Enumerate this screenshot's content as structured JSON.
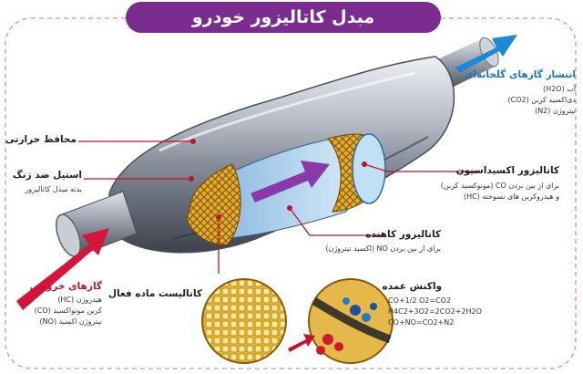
{
  "title": "مبدل کاتالیزور خودرو",
  "labels": {
    "heat_shield": "محافظ حرارتی",
    "steel_title": "استیل ضد زنگ",
    "steel_sub": "بدنه مبدل کاتالیزور",
    "exhaust_title": "گازهای خروجی",
    "exhaust_items": [
      "هیدروژن (HC)",
      "کربن مونواکسید (CO)",
      "نیتروژن اکسید (NO)"
    ],
    "emission_title": "انتشار گازهای گلخانه‌ای",
    "emission_items": [
      "آب (H2O)",
      "دی‌اکسید کربن (CO2)",
      "نیتروژن (N2)"
    ],
    "oxidation_title": "کاتالیزور اکسیداسیون",
    "oxidation_sub1": "برای از بین بردن CO (مونوکسید کربن)",
    "oxidation_sub2": "و هیدروکربن های نسوخته (HC)",
    "reduction_title": "کاتالیزور کاهنده",
    "reduction_sub": "برای از بین بردن NO (اکسید نیتروژن)",
    "active_title": "کاتالیست ماده فعال",
    "reactions_title": "واکنش عمده",
    "reactions": [
      "CO+1/2 O2=CO2",
      "H4C2+3O2=2CO2+2H2O",
      "CO+NO=CO2+N2"
    ]
  },
  "colors": {
    "banner": "#7b2c8f",
    "accent": "#c0142c",
    "inflow": "#d4143a",
    "outflow": "#1a8ad8",
    "catalyst": "#d9a520",
    "flow_arrow": "#8a3aa8"
  }
}
